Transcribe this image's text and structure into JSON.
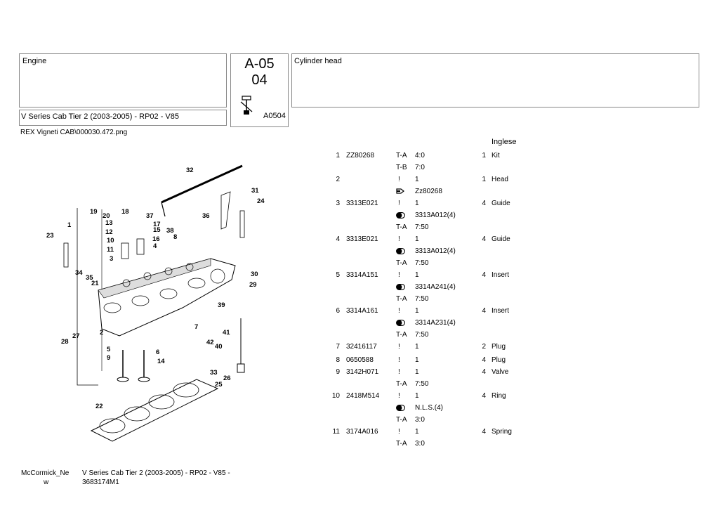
{
  "header": {
    "group": "Engine",
    "series": "V Series Cab Tier 2 (2003-2005) - RP02 - V85",
    "code_line1": "A-05",
    "code_line2": "04",
    "code_small": "A0504",
    "section_title": "Cylinder head",
    "image_file": "REX Vigneti CAB\\000030.472.png",
    "language": "Inglese"
  },
  "parts": [
    {
      "ref": "1",
      "part": "ZZ80268",
      "a": "T-A",
      "b": "4:0",
      "qty": "1",
      "desc": "Kit"
    },
    {
      "ref": "",
      "part": "",
      "a": "T-B",
      "b": "7:0",
      "qty": "",
      "desc": ""
    },
    {
      "ref": "2",
      "part": "",
      "a": "!",
      "b": "1",
      "qty": "1",
      "desc": "Head"
    },
    {
      "ref": "",
      "part": "",
      "a": "hand-icon",
      "b": "Zz80268",
      "qty": "",
      "desc": ""
    },
    {
      "ref": "3",
      "part": "3313E021",
      "a": "!",
      "b": "1",
      "qty": "4",
      "desc": "Guide"
    },
    {
      "ref": "",
      "part": "",
      "a": "pill-icon",
      "b": "3313A012(4)",
      "qty": "",
      "desc": ""
    },
    {
      "ref": "",
      "part": "",
      "a": "T-A",
      "b": "7:50",
      "qty": "",
      "desc": ""
    },
    {
      "ref": "4",
      "part": "3313E021",
      "a": "!",
      "b": "1",
      "qty": "4",
      "desc": "Guide"
    },
    {
      "ref": "",
      "part": "",
      "a": "pill-icon",
      "b": "3313A012(4)",
      "qty": "",
      "desc": ""
    },
    {
      "ref": "",
      "part": "",
      "a": "T-A",
      "b": "7:50",
      "qty": "",
      "desc": ""
    },
    {
      "ref": "5",
      "part": "3314A151",
      "a": "!",
      "b": "1",
      "qty": "4",
      "desc": "Insert"
    },
    {
      "ref": "",
      "part": "",
      "a": "pill-icon",
      "b": "3314A241(4)",
      "qty": "",
      "desc": ""
    },
    {
      "ref": "",
      "part": "",
      "a": "T-A",
      "b": "7:50",
      "qty": "",
      "desc": ""
    },
    {
      "ref": "6",
      "part": "3314A161",
      "a": "!",
      "b": "1",
      "qty": "4",
      "desc": "Insert"
    },
    {
      "ref": "",
      "part": "",
      "a": "pill-icon",
      "b": "3314A231(4)",
      "qty": "",
      "desc": ""
    },
    {
      "ref": "",
      "part": "",
      "a": "T-A",
      "b": "7:50",
      "qty": "",
      "desc": ""
    },
    {
      "ref": "7",
      "part": "32416117",
      "a": "!",
      "b": "1",
      "qty": "2",
      "desc": "Plug"
    },
    {
      "ref": "8",
      "part": "0650588",
      "a": "!",
      "b": "1",
      "qty": "4",
      "desc": "Plug"
    },
    {
      "ref": "9",
      "part": "3142H071",
      "a": "!",
      "b": "1",
      "qty": "4",
      "desc": "Valve"
    },
    {
      "ref": "",
      "part": "",
      "a": "T-A",
      "b": "7:50",
      "qty": "",
      "desc": ""
    },
    {
      "ref": "10",
      "part": "2418M514",
      "a": "!",
      "b": "1",
      "qty": "4",
      "desc": "Ring"
    },
    {
      "ref": "",
      "part": "",
      "a": "pill-icon",
      "b": "N.L.S.(4)",
      "qty": "",
      "desc": ""
    },
    {
      "ref": "",
      "part": "",
      "a": "T-A",
      "b": "3:0",
      "qty": "",
      "desc": ""
    },
    {
      "ref": "11",
      "part": "3174A016",
      "a": "!",
      "b": "1",
      "qty": "4",
      "desc": "Spring"
    },
    {
      "ref": "",
      "part": "",
      "a": "T-A",
      "b": "3:0",
      "qty": "",
      "desc": ""
    }
  ],
  "diagram_labels": [
    "1",
    "2",
    "3",
    "4",
    "5",
    "6",
    "7",
    "8",
    "9",
    "10",
    "11",
    "12",
    "13",
    "14",
    "15",
    "16",
    "17",
    "18",
    "19",
    "20",
    "21",
    "22",
    "23",
    "24",
    "25",
    "26",
    "27",
    "28",
    "29",
    "30",
    "31",
    "32",
    "33",
    "34",
    "35",
    "36",
    "37",
    "38",
    "39",
    "40",
    "41",
    "42"
  ],
  "footer": {
    "brand_line1": "McCormick_Ne",
    "brand_line2": "w",
    "series_line1": "V Series Cab Tier 2 (2003-2005) - RP02 - V85 -",
    "series_line2": "3683174M1"
  }
}
